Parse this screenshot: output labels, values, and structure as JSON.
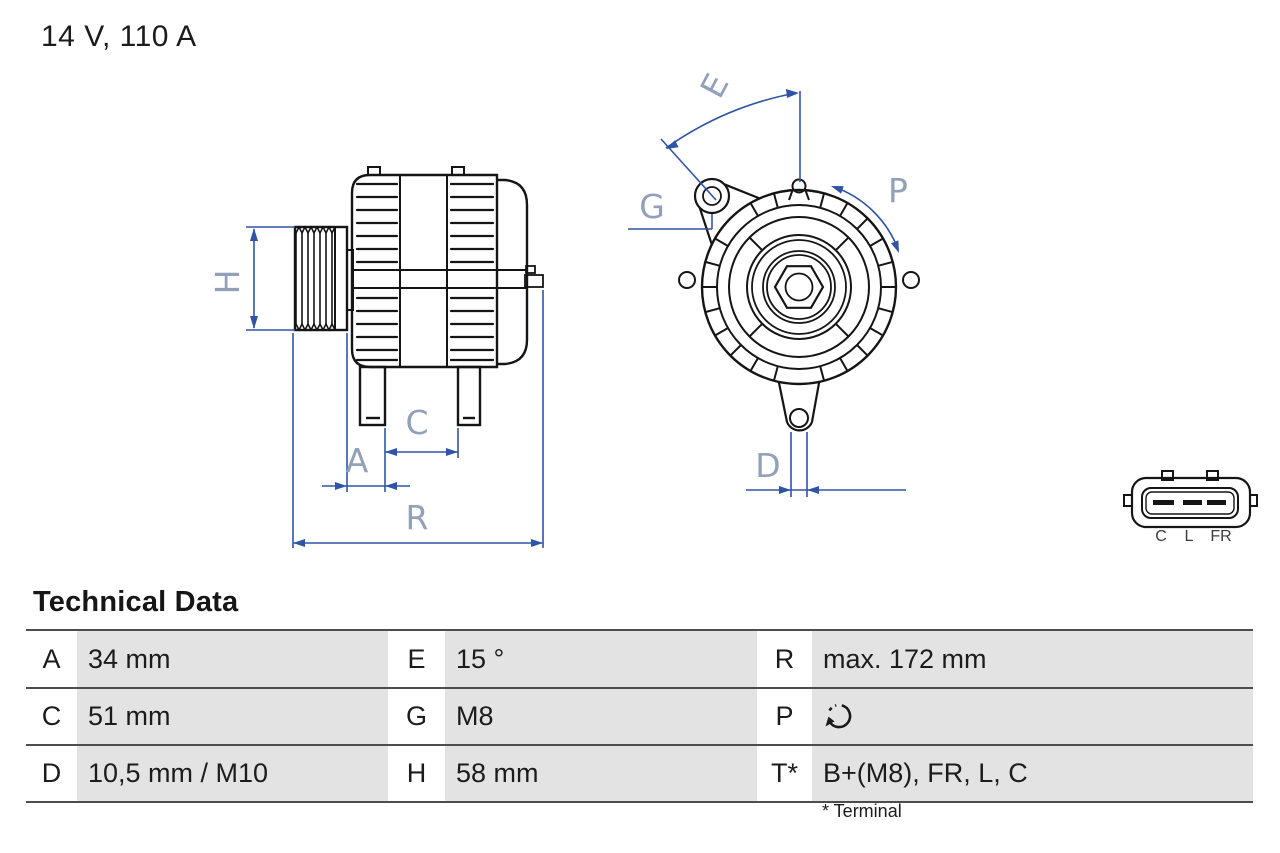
{
  "title": "14 V, 110 A",
  "dimension_labels": {
    "H": "H",
    "A": "A",
    "C": "C",
    "R": "R",
    "E": "E",
    "G": "G",
    "P": "P",
    "D": "D"
  },
  "connector": {
    "pin_labels": {
      "c": "C",
      "l": "L",
      "fr": "FR"
    }
  },
  "technical_data": {
    "heading": "Technical Data",
    "rows": [
      {
        "c1": "A",
        "v1": "34 mm",
        "c2": "E",
        "v2": "15 °",
        "c3": "R",
        "v3": "max. 172 mm"
      },
      {
        "c1": "C",
        "v1": "51 mm",
        "c2": "G",
        "v2": "M8",
        "c3": "P",
        "v3": ""
      },
      {
        "c1": "D",
        "v1": "10,5 mm / M10",
        "c2": "H",
        "v2": "58 mm",
        "c3": "T*",
        "v3": "B+(M8), FR, L, C"
      }
    ],
    "rotation_icon": "rotation-direction-icon",
    "footnote": "* Terminal"
  },
  "colors": {
    "line_black": "#151515",
    "dimension_blue": "#2e55a5",
    "dimension_letter": "#93a0ba",
    "table_cell_gray": "#e3e3e4",
    "table_rule_gray": "#4d4d4d"
  }
}
